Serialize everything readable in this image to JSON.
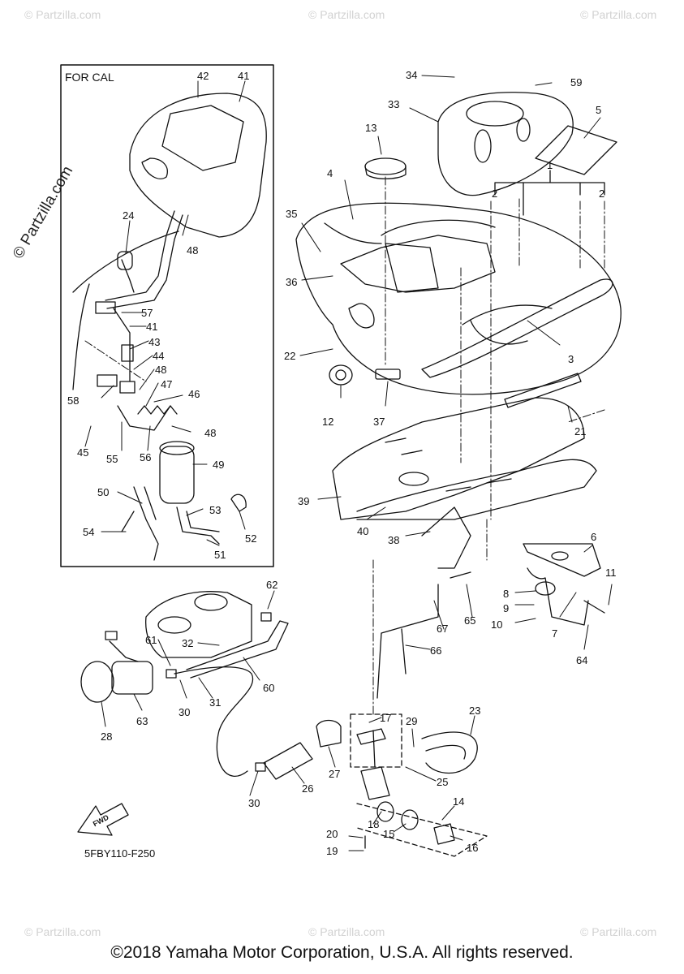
{
  "inset": {
    "label": "FOR CAL"
  },
  "figure_code": "5FBY110-F250",
  "fwd_label": "FWD",
  "copyright": "©2018 Yamaha Motor Corporation, U.S.A. All rights reserved.",
  "watermark": "© Partzilla.com",
  "callouts": {
    "c1": "1",
    "c2a": "2",
    "c2b": "2",
    "c3": "3",
    "c4": "4",
    "c5": "5",
    "c6": "6",
    "c7": "7",
    "c8": "8",
    "c9": "9",
    "c10": "10",
    "c11": "11",
    "c12": "12",
    "c13": "13",
    "c14": "14",
    "c15": "15",
    "c16": "16",
    "c17": "17",
    "c18": "18",
    "c19": "19",
    "c20": "20",
    "c21": "21",
    "c22": "22",
    "c23": "23",
    "c24": "24",
    "c25": "25",
    "c26": "26",
    "c27": "27",
    "c28": "28",
    "c29": "29",
    "c30a": "30",
    "c30b": "30",
    "c31": "31",
    "c32": "32",
    "c33": "33",
    "c34": "34",
    "c35": "35",
    "c36": "36",
    "c37": "37",
    "c38": "38",
    "c39": "39",
    "c40": "40",
    "c41a": "41",
    "c41b": "41",
    "c42": "42",
    "c43": "43",
    "c44": "44",
    "c45": "45",
    "c46": "46",
    "c47": "47",
    "c48a": "48",
    "c48b": "48",
    "c48c": "48",
    "c49": "49",
    "c50": "50",
    "c51": "51",
    "c52": "52",
    "c53": "53",
    "c54": "54",
    "c55": "55",
    "c56": "56",
    "c57": "57",
    "c58": "58",
    "c59": "59",
    "c60": "60",
    "c61": "61",
    "c62": "62",
    "c63": "63",
    "c64": "64",
    "c65": "65",
    "c66": "66",
    "c67": "67"
  }
}
